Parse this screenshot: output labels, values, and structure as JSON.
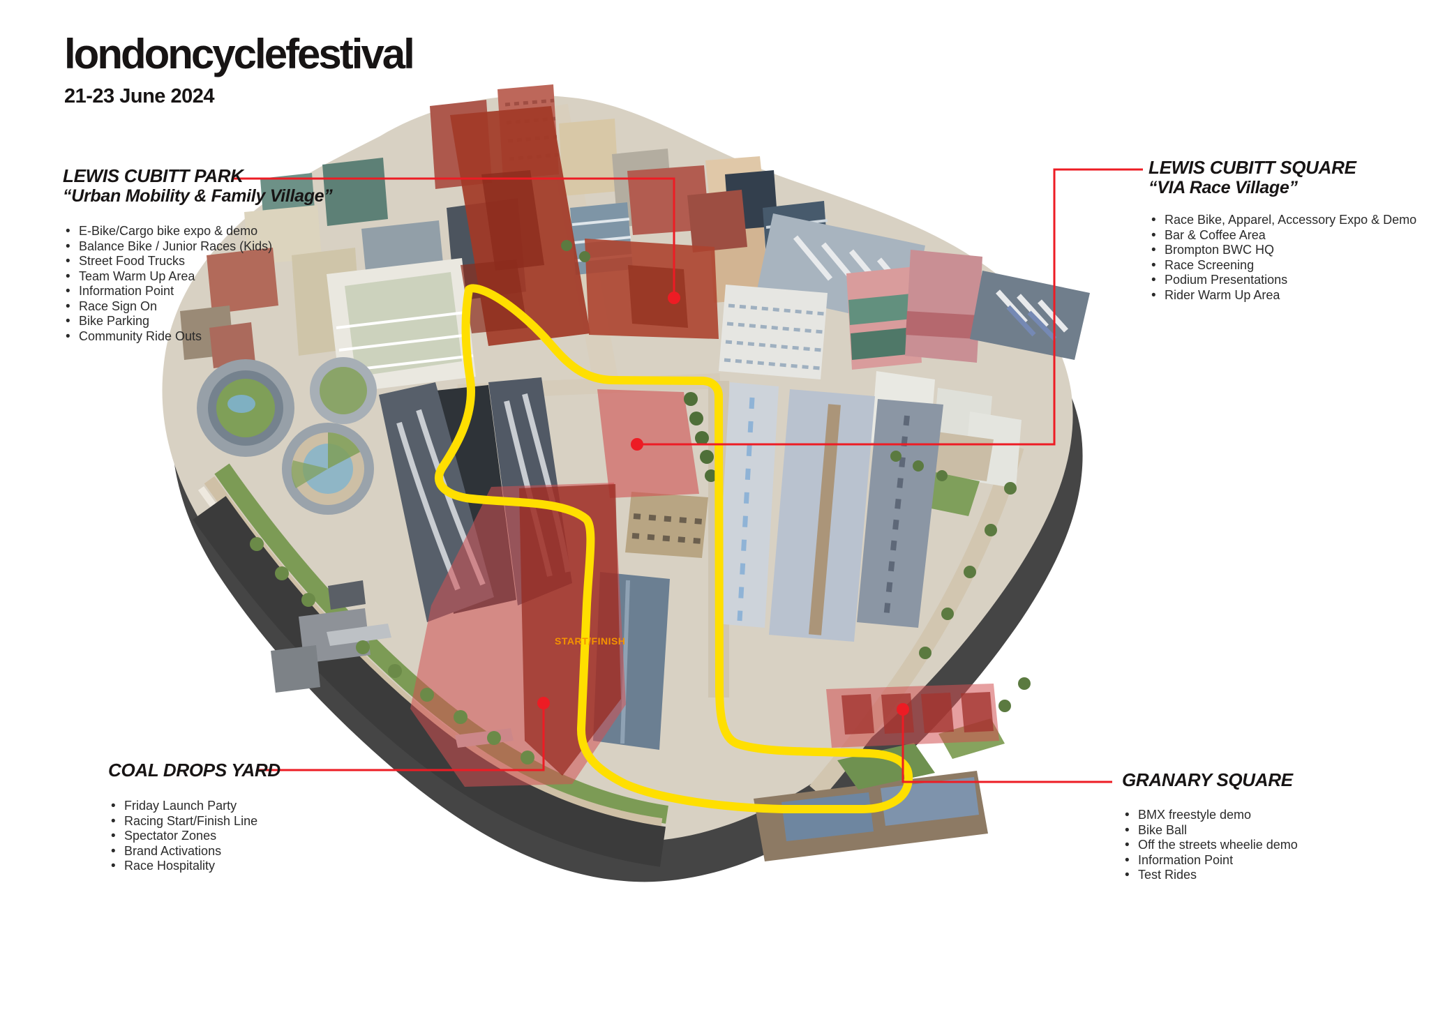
{
  "header": {
    "title": "londoncyclefestival",
    "dates": "21-23 June 2024"
  },
  "callouts": {
    "lewis_cubitt_park": {
      "name": "LEWIS CUBITT PARK",
      "tagline": "“Urban Mobility & Family Village”",
      "items": [
        "E-Bike/Cargo bike expo & demo",
        "Balance Bike / Junior Races (Kids)",
        "Street Food Trucks",
        "Team Warm Up Area",
        "Information Point",
        "Race Sign On",
        "Bike Parking",
        "Community Ride Outs"
      ]
    },
    "lewis_cubitt_square": {
      "name": "LEWIS CUBITT SQUARE",
      "tagline": "“VIA Race Village”",
      "items": [
        "Race Bike, Apparel, Accessory Expo & Demo",
        "Bar & Coffee Area",
        "Brompton BWC HQ",
        "Race Screening",
        "Podium Presentations",
        "Rider Warm Up Area"
      ]
    },
    "coal_drops_yard": {
      "name": "COAL DROPS YARD",
      "items": [
        "Friday Launch Party",
        "Racing Start/Finish Line",
        "Spectator Zones",
        "Brand Activations",
        "Race Hospitality"
      ]
    },
    "granary_square": {
      "name": "GRANARY SQUARE",
      "items": [
        "BMX freestyle demo",
        "Bike Ball",
        "Off the streets wheelie demo",
        "Information Point",
        "Test Rides"
      ]
    }
  },
  "map": {
    "start_finish_label": "START/FINISH",
    "colors": {
      "leader_red": "#ed1c24",
      "route_yellow": "#ffdf00",
      "zone_pink": "#d15052",
      "zone_dark_red": "#96291f",
      "start_finish_text": "#f59300",
      "shadow": "#454545"
    }
  }
}
